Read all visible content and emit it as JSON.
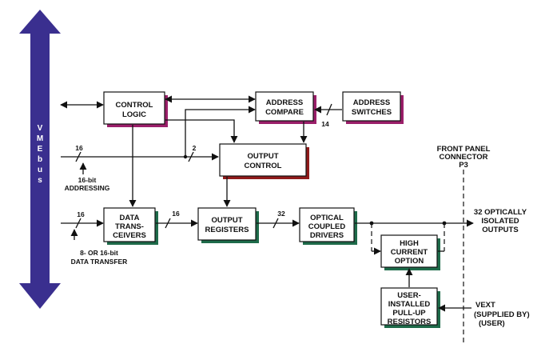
{
  "bus": {
    "label_chars": [
      "V",
      "M",
      "E",
      "b",
      "u",
      "s"
    ]
  },
  "blocks": {
    "control_logic": [
      "CONTROL",
      "LOGIC"
    ],
    "address_compare": [
      "ADDRESS",
      "COMPARE"
    ],
    "address_switches": [
      "ADDRESS",
      "SWITCHES"
    ],
    "output_control": [
      "OUTPUT",
      "CONTROL"
    ],
    "data_transceivers": [
      "DATA",
      "TRANS-",
      "CEIVERS"
    ],
    "output_registers": [
      "OUTPUT",
      "REGISTERS"
    ],
    "optical_drivers": [
      "OPTICAL",
      "COUPLED",
      "DRIVERS"
    ],
    "high_current": [
      "HIGH",
      "CURRENT",
      "OPTION"
    ],
    "pullup": [
      "USER-",
      "INSTALLED",
      "PULL-UP",
      "RESISTORS"
    ]
  },
  "bus_widths": {
    "addressing": "16",
    "data_in": "16",
    "transceiver_out": "16",
    "register_out": "32",
    "switches": "14",
    "control_tap": "2"
  },
  "annotations": {
    "addressing": [
      "16-bit",
      "ADDRESSING"
    ],
    "data_transfer": [
      "8- OR 16-bit",
      "DATA TRANSFER"
    ],
    "front_panel": [
      "FRONT PANEL",
      "CONNECTOR",
      "P3"
    ],
    "outputs": [
      "32 OPTICALLY",
      "ISOLATED",
      "OUTPUTS"
    ],
    "vext": [
      "VEXT",
      "(SUPPLIED BY)",
      "(USER)"
    ]
  },
  "colors": {
    "bus": "#3a2f8f",
    "shadow_magenta": "#9b1f6a",
    "shadow_green": "#1e6b4a",
    "shadow_red": "#8f1a1a",
    "line": "#111111"
  }
}
